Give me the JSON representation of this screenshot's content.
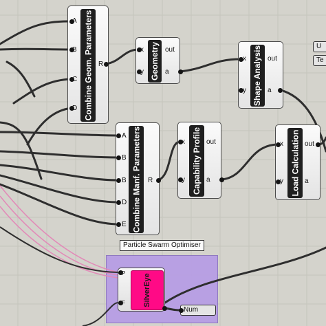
{
  "components": {
    "combine_geom": {
      "title": "Combine Geom. Parameters",
      "inputs": [
        "A",
        "B",
        "C",
        "D"
      ],
      "output": "R"
    },
    "geometry": {
      "title": "Geometry",
      "inputs": [
        "x",
        "y"
      ],
      "outputs": [
        "out",
        "a"
      ]
    },
    "shape_analysis": {
      "title": "Shape Analysis",
      "inputs": [
        "x",
        "y"
      ],
      "outputs": [
        "out",
        "a"
      ]
    },
    "combine_manf": {
      "title": "Combine Manf. Parameters",
      "inputs": [
        "A",
        "B",
        "B",
        "D",
        "E"
      ],
      "output": "R"
    },
    "capability_profile": {
      "title": "Capability Profile",
      "inputs": [
        "x",
        "y"
      ],
      "outputs": [
        "out",
        "a"
      ]
    },
    "load_calculation": {
      "title": "Load Calculation",
      "inputs": [
        "x",
        "y"
      ],
      "outputs": [
        "out",
        "a"
      ]
    },
    "silvereye": {
      "title": "SilverEye",
      "inputs": [
        "P",
        "F"
      ]
    }
  },
  "group": {
    "label": "Particle Swarm Optimiser",
    "color": "#b69ce6"
  },
  "num_param": {
    "label": "Num"
  },
  "edge_params": [
    "U",
    "Te"
  ],
  "colors": {
    "canvas": "#d4d3cc",
    "silvereye": "#ff0a86",
    "wire": "#2e2e2e",
    "pink_wire": "#e28ab8"
  }
}
